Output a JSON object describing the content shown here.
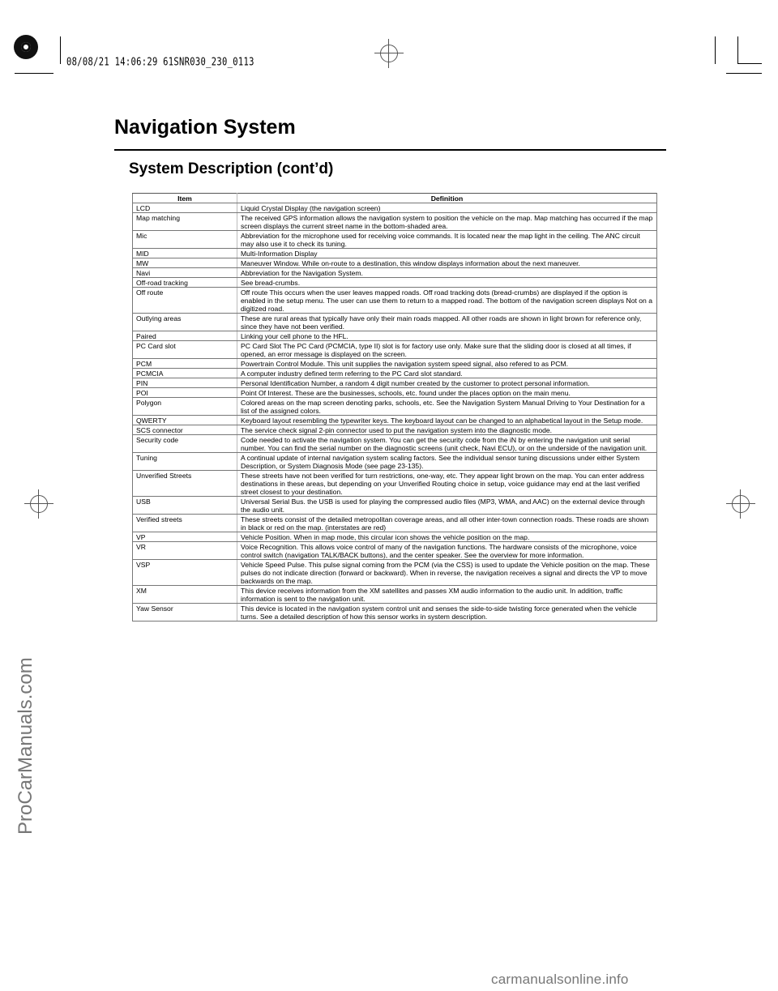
{
  "header": {
    "stamp": "08/08/21 14:06:29 61SNR030_230_0113",
    "title": "Navigation System",
    "subtitle": "System Description (cont’d)"
  },
  "table": {
    "headers": [
      "Item",
      "Definition"
    ],
    "rows": [
      {
        "item": "LCD",
        "definition": "Liquid Crystal Display (the navigation screen)"
      },
      {
        "item": "Map matching",
        "definition": "The received GPS information allows the navigation system to position the vehicle on the map. Map matching has occurred if the map screen displays the current street name in the bottom-shaded area."
      },
      {
        "item": "Mic",
        "definition": "Abbreviation for the microphone used for receiving voice commands. It is located near the map light in the ceiling. The ANC circuit may also use it to check its tuning."
      },
      {
        "item": "MID",
        "definition": "Multi-Information Display"
      },
      {
        "item": "MW",
        "definition": "Maneuver Window. While on-route to a destination, this window displays information about the next maneuver."
      },
      {
        "item": "Navi",
        "definition": "Abbreviation for the Navigation System."
      },
      {
        "item": "Off-road tracking",
        "definition": "See bread-crumbs."
      },
      {
        "item": "Off route",
        "definition": "Off route This occurs when the user leaves mapped roads. Off road tracking dots (bread-crumbs) are displayed if the option is enabled in the setup menu. The user can use them to return to a mapped road. The bottom of the navigation screen displays Not on a digitized road."
      },
      {
        "item": "Outlying areas",
        "definition": "These are rural areas that typically have only their main roads mapped. All other roads are shown in light brown for reference only, since they have not been verified."
      },
      {
        "item": "Paired",
        "definition": "Linking your cell phone to the HFL."
      },
      {
        "item": "PC Card slot",
        "definition": "PC Card Slot The PC Card (PCMCIA, type II) slot is for factory use only. Make sure that the sliding door is closed at all times, if opened, an error message is displayed on the screen."
      },
      {
        "item": "PCM",
        "definition": "Powertrain Control Module. This unit supplies the navigation system speed signal, also refered to as PCM."
      },
      {
        "item": "PCMCIA",
        "definition": "A computer industry defined term referring to the PC Card slot standard."
      },
      {
        "item": "PIN",
        "definition": "Personal Identification Number, a random 4 digit number created by the customer to protect personal information."
      },
      {
        "item": "POI",
        "definition": "Point Of Interest. These are the businesses, schools, etc. found under the places option on the main menu."
      },
      {
        "item": "Polygon",
        "definition": "Colored areas on the map screen denoting parks, schools, etc. See the Navigation System Manual Driving to Your Destination for a list of the assigned colors."
      },
      {
        "item": "QWERTY",
        "definition": "Keyboard layout resembling the typewriter keys. The keyboard layout can be changed to an alphabetical layout in the Setup mode."
      },
      {
        "item": "SCS connector",
        "definition": "The service check signal 2-pin connector used to put the navigation system into the diagnostic mode."
      },
      {
        "item": "Security code",
        "definition": "Code needed to activate the navigation system. You can get the security code from the iN by entering the navigation unit serial number. You can find the serial number on the diagnostic screens (unit check, Navi ECU), or on the underside of the navigation unit."
      },
      {
        "item": "Tuning",
        "definition": "A continual update of internal navigation system scaling factors. See the individual sensor tuning discussions under either System Description, or System Diagnosis Mode (see page 23-135)."
      },
      {
        "item": "Unverified Streets",
        "definition": "These streets have not been verified for turn restrictions, one-way, etc. They appear light brown on the map. You can enter address destinations in these areas, but depending on your Unverified Routing choice in setup, voice guidance may end at the last verified street closest to your destination."
      },
      {
        "item": "USB",
        "definition": "Universal Serial Bus. the USB is used for playing the compressed audio files (MP3, WMA, and AAC)  on the external device through the audio unit."
      },
      {
        "item": "Verified streets",
        "definition": "These streets consist of the detailed metropolitan coverage areas, and all other inter-town connection roads. These roads are shown in black or red on the map. (interstates are red)"
      },
      {
        "item": "VP",
        "definition": "Vehicle Position. When in map mode, this circular icon shows the vehicle position on the map."
      },
      {
        "item": "VR",
        "definition": "Voice Recognition. This allows voice control of many of the navigation functions. The hardware consists of the microphone, voice control switch (navigation TALK/BACK buttons), and the center speaker. See the overview for more information."
      },
      {
        "item": "VSP",
        "definition": "Vehicle Speed Pulse. This pulse signal coming from the PCM (via the CSS) is used to update the Vehicle position on the map. These pulses do not indicate direction (forward or backward). When in reverse, the navigation receives a signal and directs the VP to move backwards on the map."
      },
      {
        "item": "XM",
        "definition": "This device receives information from the XM satellites and passes XM audio information to the audio unit. In addition, traffic information is sent to the navigation unit."
      },
      {
        "item": "Yaw Sensor",
        "definition": "This device is located in the navigation system control unit and senses the side-to-side twisting force generated when the vehicle turns. See a detailed description of how this sensor works in system description."
      }
    ]
  },
  "watermark_side": "ProCarManuals.com",
  "watermark_footer": "carmanualsonline.info"
}
